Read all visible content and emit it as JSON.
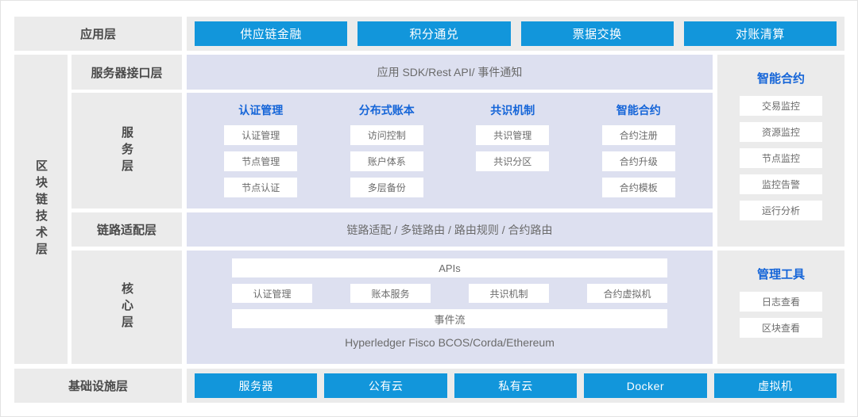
{
  "application_layer": {
    "label": "应用层",
    "items": [
      "供应链金融",
      "积分通兑",
      "票据交换",
      "对账清算"
    ]
  },
  "blockchain_tech_layer": {
    "vertical_label": "区块链技术层",
    "rows": [
      {
        "label": "服务器接口层",
        "band_text": "应用 SDK/Rest API/ 事件通知"
      },
      {
        "label": "服务层",
        "columns": [
          {
            "head": "认证管理",
            "chips": [
              "认证管理",
              "节点管理",
              "节点认证"
            ]
          },
          {
            "head": "分布式账本",
            "chips": [
              "访问控制",
              "账户体系",
              "多层备份"
            ]
          },
          {
            "head": "共识机制",
            "chips": [
              "共识管理",
              "共识分区"
            ]
          },
          {
            "head": "智能合约",
            "chips": [
              "合约注册",
              "合约升级",
              "合约模板"
            ]
          }
        ]
      },
      {
        "label": "链路适配层",
        "band_text": "链路适配 / 多链路由 / 路由规则 / 合约路由"
      },
      {
        "label": "核心层",
        "apis_bar": "APIs",
        "mid_chips": [
          "认证管理",
          "账本服务",
          "共识机制",
          "合约虚拟机"
        ],
        "event_bar": "事件流",
        "footer": "Hyperledger Fisco BCOS/Corda/Ethereum"
      }
    ]
  },
  "side_panels": [
    {
      "head": "智能合约",
      "chips": [
        "交易监控",
        "资源监控",
        "节点监控",
        "监控告警",
        "运行分析"
      ]
    },
    {
      "head": "管理工具",
      "chips": [
        "日志查看",
        "区块查看"
      ]
    }
  ],
  "infrastructure_layer": {
    "label": "基础设施层",
    "items": [
      "服务器",
      "公有云",
      "私有云",
      "Docker",
      "虚拟机"
    ]
  },
  "colors": {
    "accent_blue": "#1296db",
    "heading_blue": "#1565d8",
    "gray_block": "#ebebeb",
    "lavender_block": "#dde0f0",
    "chip_white": "#ffffff",
    "text_gray": "#6b6b6b"
  }
}
